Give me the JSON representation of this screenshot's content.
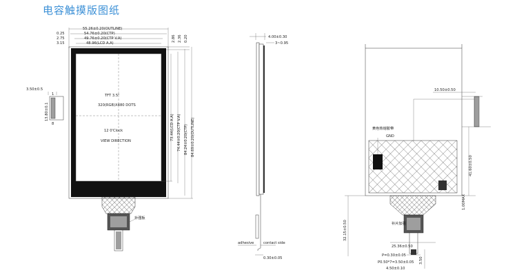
{
  "title": "电容触摸版图纸",
  "front": {
    "top_dims": [
      "55.26±0.20(OUTLINE)",
      "54.76±0.20(CTP)",
      "49.76±0.20(CTP V.A)",
      "48.96(LCD A.A)"
    ],
    "left_dims": [
      "0.25",
      "2.75",
      "3.15"
    ],
    "right_top_dims": [
      "2.86",
      "2.36",
      "0.20"
    ],
    "right_side_dims": [
      "73.44(LCD A.A)",
      "74.44±0.20(CTP V.A)",
      "84.24±0.20(CTP)",
      "84.69±0.20(OUTLINE)"
    ],
    "fpc_width": "3.50±0.5",
    "fpc_height": "13.80±0.1",
    "pin1": "1",
    "pin8": "8",
    "text_tft": "TFT 3.5\"",
    "text_res": "320(RGB)X480 DOTS",
    "text_clock": "12 0'Clock",
    "text_view": "VIEW DIRECTION",
    "stiffener": "补强板"
  },
  "side": {
    "dim_thickness": "4.00±0.30",
    "dim_range": "3~0.95",
    "dim_fpc": "0.30±0.05",
    "label_adhesive": "adhesive",
    "label_contact": "contact side"
  },
  "back": {
    "dim_connector": "10.50±0.50",
    "label_tape": "黄色热熔胶带",
    "label_gnd": "GND",
    "dim_height": "41.60±0.50",
    "dim_max": "1.00MAX",
    "dim_fpc_len": "32.15±0.50",
    "label_stiffener": "补片加强",
    "dim_width": "25.36±0.50",
    "dim_pitch": "P=0.30±0.05",
    "dim_pins": "P0.50*7=3.50±0.05",
    "dim_fpc_w": "4.50±0.10",
    "dim_side": "3.50"
  }
}
